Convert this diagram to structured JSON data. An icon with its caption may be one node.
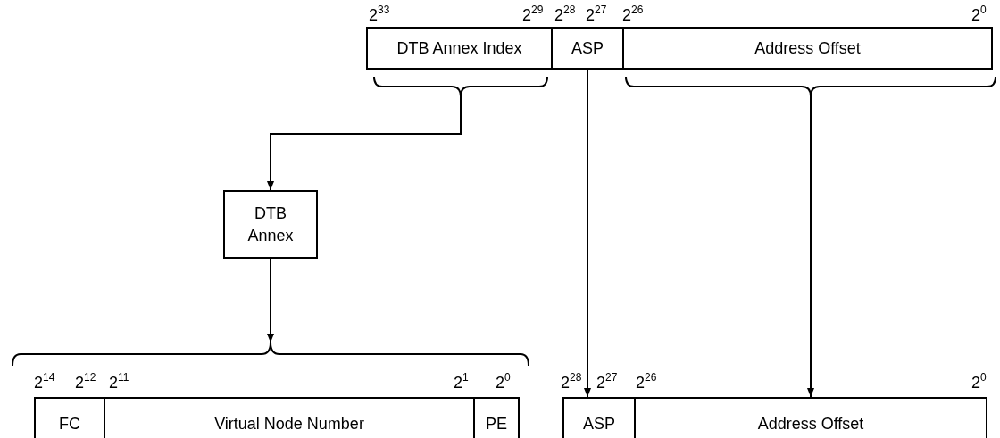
{
  "diagram": {
    "nodes": [
      {
        "text": [
          "DTB Annex Index"
        ]
      },
      {
        "text": [
          "ASP"
        ]
      },
      {
        "text": [
          "Address Offset"
        ]
      },
      {
        "text": [],
        "shape": "bracket"
      },
      {
        "text": [],
        "shape": "bracket"
      },
      {
        "text": [
          "DTB Annex"
        ]
      },
      {
        "text": [],
        "shape": "bracket"
      },
      {
        "text": [
          "FC"
        ]
      },
      {
        "text": [
          "Virtual Node Number"
        ]
      },
      {
        "text": [
          "PE"
        ]
      },
      {
        "text": [
          "ASP"
        ]
      },
      {
        "text": [
          "Address Offset"
        ]
      }
    ],
    "edges": [
      {
        "from": 3,
        "to": 5,
        "arrow": "to"
      },
      {
        "from": 1,
        "to": 10,
        "arrow": "to"
      },
      {
        "from": 4,
        "to": 11,
        "arrow": "to"
      },
      {
        "from": 5,
        "to": 6,
        "arrow": "to"
      }
    ],
    "labels": [
      "2$^{33}$",
      "2$^{29}$",
      "2$^{28}$",
      "2$^{27}$",
      "2$^{26}$",
      "2$^{0}$",
      "2$^{14}$",
      "2$^{12}$",
      "2$^{11}$",
      "2$^{1}$",
      "2$^{0}$",
      "2$^{28}$",
      "2$^{27}$",
      "2$^{26}$",
      "2$^{0}$"
    ]
  }
}
